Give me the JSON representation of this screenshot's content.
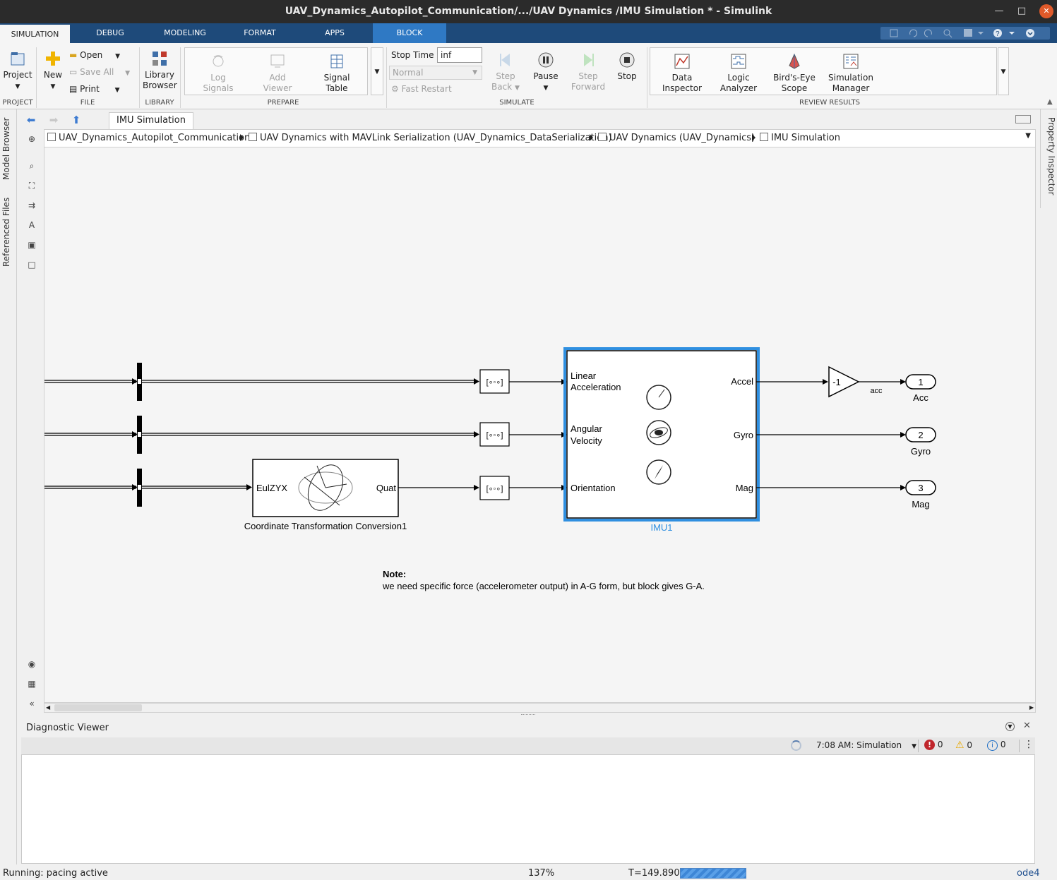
{
  "window": {
    "title": "UAV_Dynamics_Autopilot_Communication/.../UAV Dynamics /IMU Simulation * - Simulink"
  },
  "ribbon_tabs": [
    {
      "label": "SIMULATION"
    },
    {
      "label": "DEBUG"
    },
    {
      "label": "MODELING"
    },
    {
      "label": "FORMAT"
    },
    {
      "label": "APPS"
    },
    {
      "label": "BLOCK"
    }
  ],
  "ribbon": {
    "project": {
      "label": "Project",
      "group": "PROJECT"
    },
    "file": {
      "new": "New",
      "open": "Open",
      "save_all": "Save All",
      "print": "Print",
      "group": "FILE"
    },
    "library": {
      "label_1": "Library",
      "label_2": "Browser",
      "group": "LIBRARY"
    },
    "prepare": {
      "log_1": "Log",
      "log_2": "Signals",
      "add_1": "Add",
      "add_2": "Viewer",
      "table_1": "Signal",
      "table_2": "Table",
      "group": "PREPARE"
    },
    "simulate": {
      "stop_time_label": "Stop Time",
      "stop_time_value": "inf",
      "mode": "Normal",
      "fast_restart": "Fast Restart",
      "step_back_1": "Step",
      "step_back_2": "Back",
      "pause": "Pause",
      "step_fwd_1": "Step",
      "step_fwd_2": "Forward",
      "stop": "Stop",
      "group": "SIMULATE"
    },
    "review": {
      "data_1": "Data",
      "data_2": "Inspector",
      "logic_1": "Logic",
      "logic_2": "Analyzer",
      "bird_1": "Bird's-Eye",
      "bird_2": "Scope",
      "sim_1": "Simulation",
      "sim_2": "Manager",
      "group": "REVIEW RESULTS"
    }
  },
  "side_tabs": {
    "model_browser": "Model Browser",
    "referenced_files": "Referenced Files",
    "property_inspector": "Property Inspector"
  },
  "canvas_tab": "IMU Simulation",
  "breadcrumb": [
    "UAV_Dynamics_Autopilot_Communication",
    "UAV Dynamics with MAVLink Serialization (UAV_Dynamics_DataSerialization)",
    "UAV Dynamics  (UAV_Dynamics)",
    "IMU Simulation"
  ],
  "diagram": {
    "coord_block": {
      "in": "EulZYX",
      "out": "Quat",
      "name": "Coordinate Transformation Conversion1"
    },
    "imu_block": {
      "in_1a": "Linear",
      "in_1b": "Acceleration",
      "in_2a": "Angular",
      "in_2b": "Velocity",
      "in_3": "Orientation",
      "out_1": "Accel",
      "out_2": "Gyro",
      "out_3": "Mag",
      "name": "IMU1"
    },
    "gain": {
      "value": "-1",
      "signal": "acc"
    },
    "outports": [
      {
        "num": "1",
        "name": "Acc"
      },
      {
        "num": "2",
        "name": "Gyro"
      },
      {
        "num": "3",
        "name": "Mag"
      }
    ],
    "note_title": "Note:",
    "note_text": "we need specific force (accelerometer output) in A-G form, but block gives G-A."
  },
  "diagnostics": {
    "title": "Diagnostic Viewer",
    "filter": "7:08 AM: Simulation",
    "errors": "0",
    "warnings": "0",
    "infos": "0"
  },
  "statusbar": {
    "state": "Running: pacing active",
    "zoom": "137%",
    "time": "T=149.890",
    "solver": "ode4"
  },
  "colors": {
    "tab_bar": "#1e4a7a",
    "selection": "#2f8fe0",
    "error": "#c0262c",
    "warning": "#e8a800",
    "info": "#1f6fc6"
  }
}
